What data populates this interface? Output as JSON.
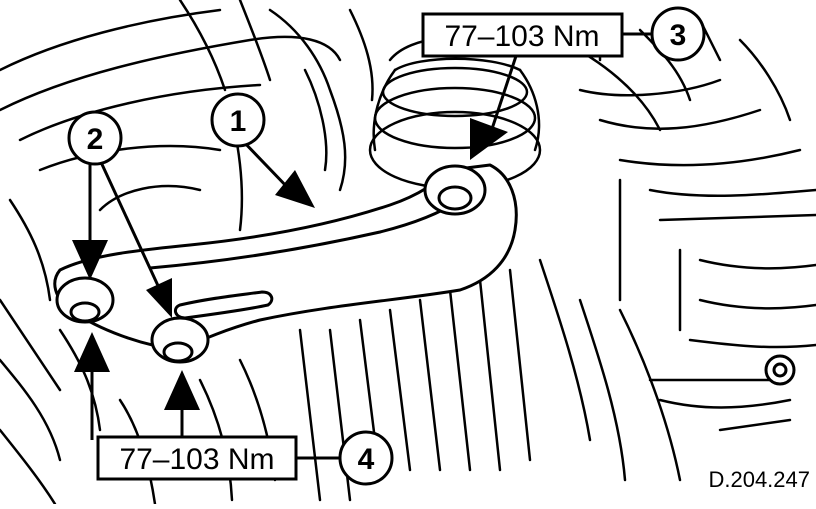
{
  "diagram": {
    "callouts": [
      {
        "id": "1",
        "label": "1"
      },
      {
        "id": "2",
        "label": "2"
      },
      {
        "id": "3",
        "label": "3"
      },
      {
        "id": "4",
        "label": "4"
      }
    ],
    "torque_labels": {
      "top": "77–103 Nm",
      "bottom": "77–103 Nm"
    },
    "reference_code": "D.204.247"
  }
}
